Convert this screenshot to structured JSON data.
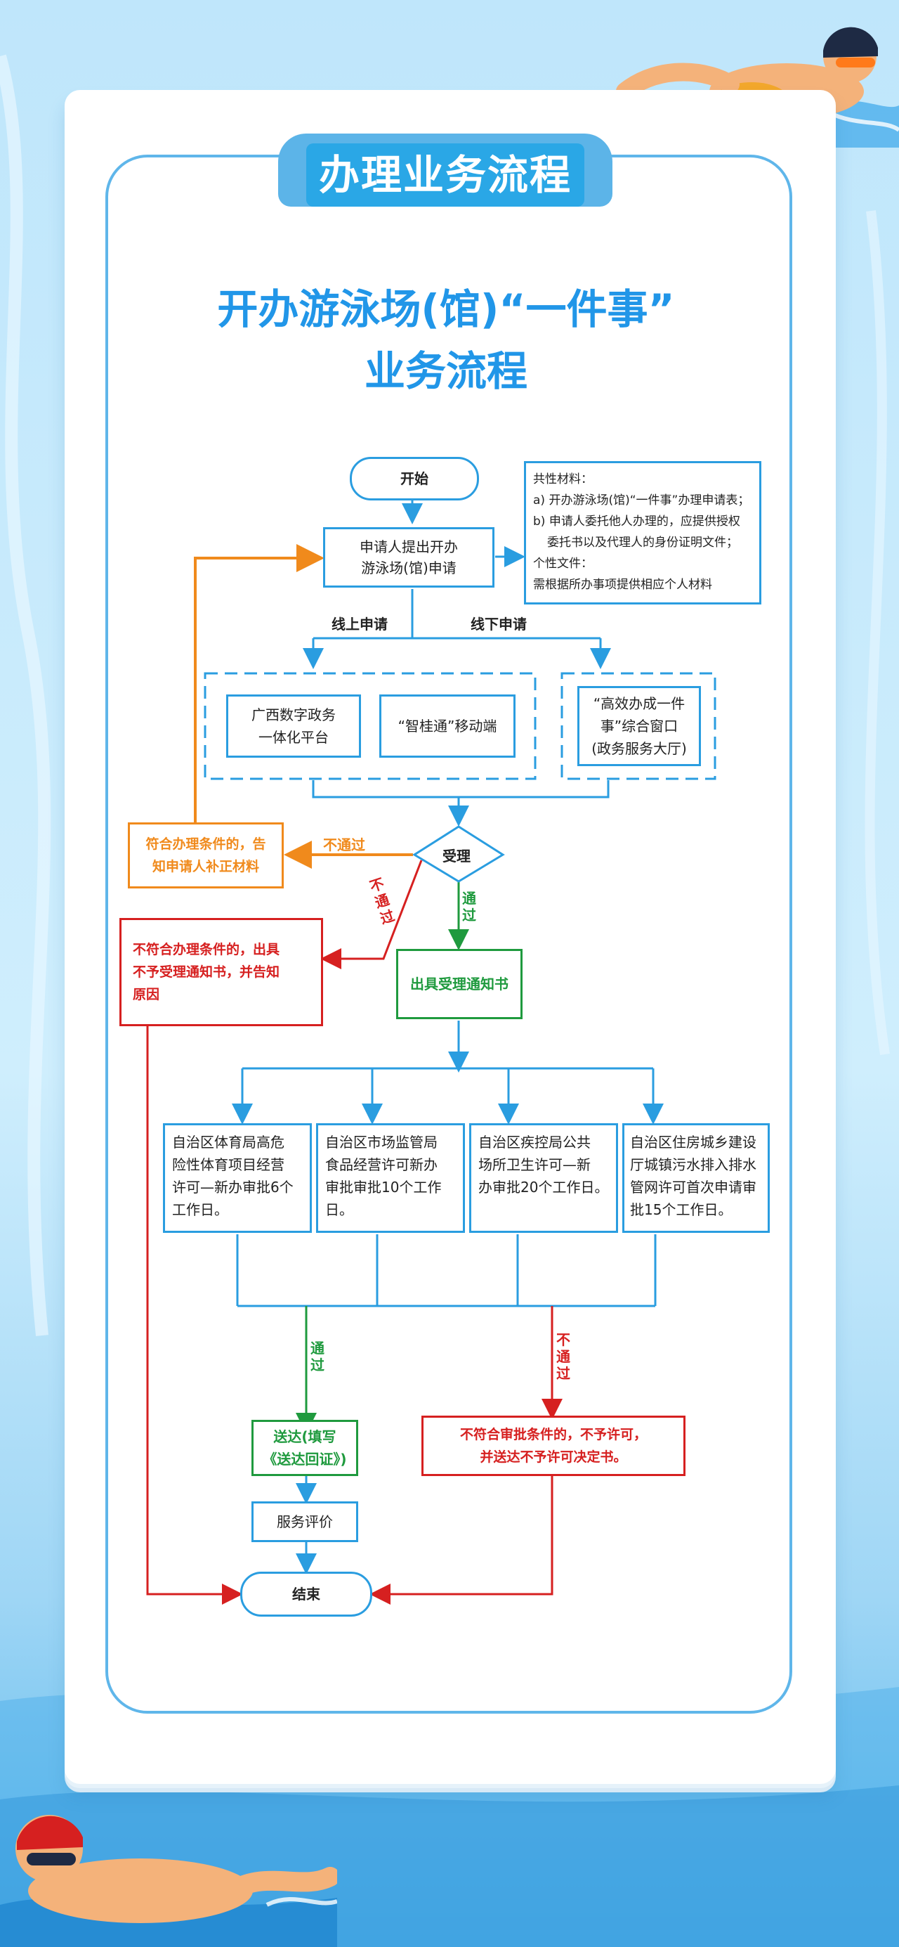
{
  "header": {
    "tab_title": "办理业务流程"
  },
  "title": {
    "line1": "开办游泳场(馆)“一件事”",
    "line2": "业务流程"
  },
  "nodes": {
    "start": "开始",
    "apply": [
      "申请人提出开办",
      "游泳场(馆)申请"
    ],
    "materials": [
      "共性材料：",
      "a) 开办游泳场(馆)“一件事”办理申请表；",
      "b) 申请人委托他人办理的，应提供授权",
      "委托书以及代理人的身份证明文件；",
      "个性文件：",
      "需根据所办事项提供相应个人材料"
    ],
    "online_label": "线上申请",
    "offline_label": "线下申请",
    "platform": [
      "广西数字政务",
      "一体化平台"
    ],
    "mobile": "“智桂通”移动端",
    "window": [
      "“高效办成一件",
      "事”综合窗口",
      "(政务服务大厅)"
    ],
    "accept": "受理",
    "correct": [
      "符合办理条件的，告",
      "知申请人补正材料"
    ],
    "not_pass": "不通过",
    "not_pass_v": "不通过",
    "pass_v": "通过",
    "reject": [
      "不符合办理条件的，出具",
      "不予受理通知书，并告知",
      "原因"
    ],
    "notice": "出具受理通知书",
    "dept1": [
      "自治区体育局高危",
      "险性体育项目经营",
      "许可—新办审批6个",
      "工作日。"
    ],
    "dept2": [
      "自治区市场监管局",
      "食品经营许可新办",
      "审批审批10个工作",
      "日。"
    ],
    "dept3": [
      "自治区疾控局公共",
      "场所卫生许可—新",
      "办审批20个工作日。"
    ],
    "dept4": [
      "自治区住房城乡建设",
      "厅城镇污水排入排水",
      "管网许可首次申请审",
      "批15个工作日。"
    ],
    "pass2_v": "通过",
    "notpass2_v": "不通过",
    "deliver": [
      "送达(填写",
      "《送达回证》)"
    ],
    "deny": [
      "不符合审批条件的，不予许可，",
      "并送达不予许可决定书。"
    ],
    "evaluate": "服务评价",
    "end": "结束"
  },
  "colors": {
    "blue": "#2a9de0",
    "green": "#1f9a3e",
    "red": "#d62020",
    "orange": "#f08a1c",
    "title": "#2196e8"
  }
}
